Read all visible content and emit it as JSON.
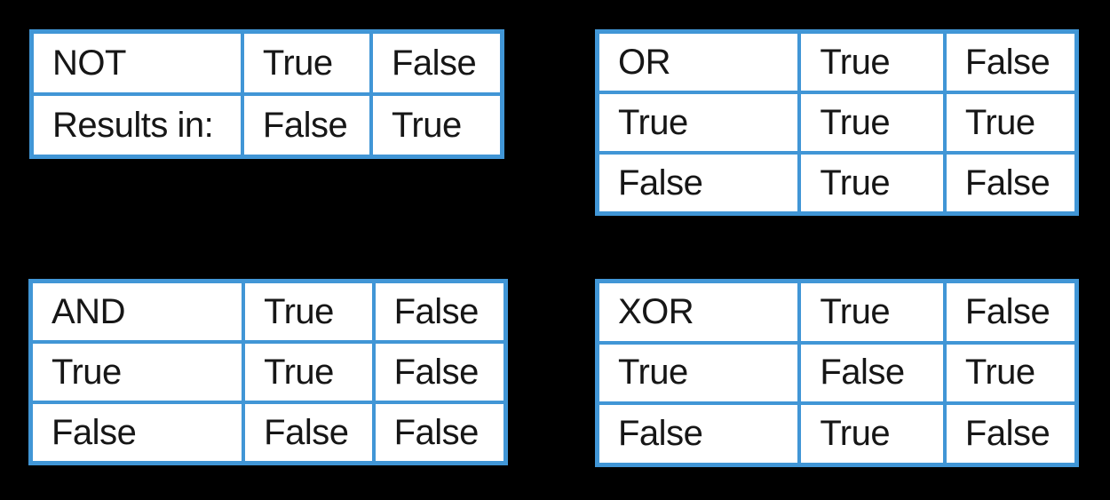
{
  "colors": {
    "page_background": "#000000",
    "table_border": "#4196d6",
    "cell_background": "#ffffff",
    "text": "#161616"
  },
  "tables": [
    {
      "operator": "NOT",
      "rows": [
        [
          "NOT",
          "True",
          "False"
        ],
        [
          "Results in:",
          "False",
          "True"
        ]
      ]
    },
    {
      "operator": "OR",
      "rows": [
        [
          "OR",
          "True",
          "False"
        ],
        [
          "True",
          "True",
          "True"
        ],
        [
          "False",
          "True",
          "False"
        ]
      ]
    },
    {
      "operator": "AND",
      "rows": [
        [
          "AND",
          "True",
          "False"
        ],
        [
          "True",
          "True",
          "False"
        ],
        [
          "False",
          "False",
          "False"
        ]
      ]
    },
    {
      "operator": "XOR",
      "rows": [
        [
          "XOR",
          "True",
          "False"
        ],
        [
          "True",
          "False",
          "True"
        ],
        [
          "False",
          "True",
          "False"
        ]
      ]
    }
  ]
}
